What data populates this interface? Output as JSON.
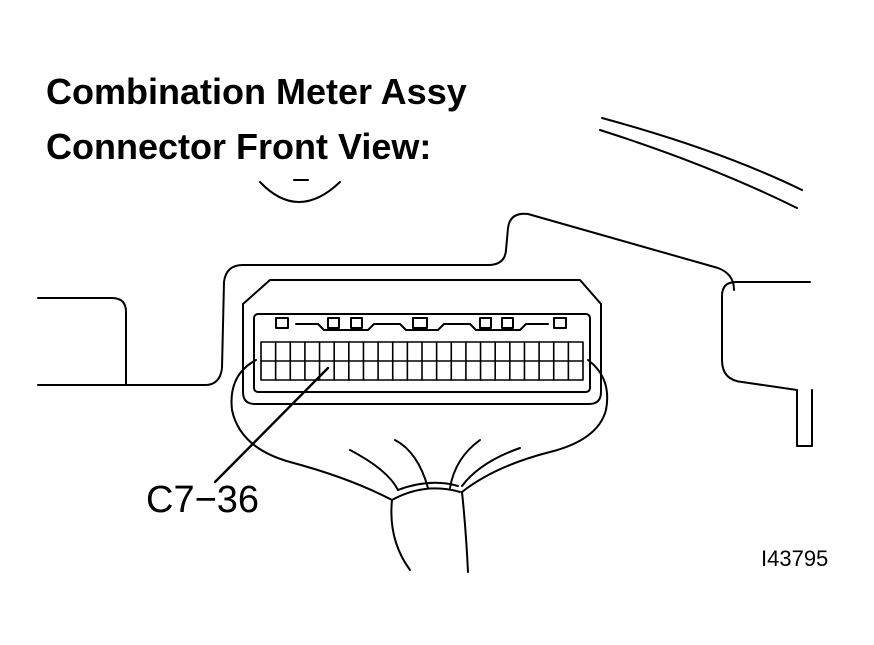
{
  "title": {
    "line1": "Combination Meter Assy",
    "line2": "Connector Front View:"
  },
  "callout_label": "C7−36",
  "figure_id": "I43795",
  "connector": {
    "pin_rows": 2,
    "pins_per_row": 21
  },
  "colors": {
    "stroke": "#000000",
    "background": "#ffffff"
  }
}
